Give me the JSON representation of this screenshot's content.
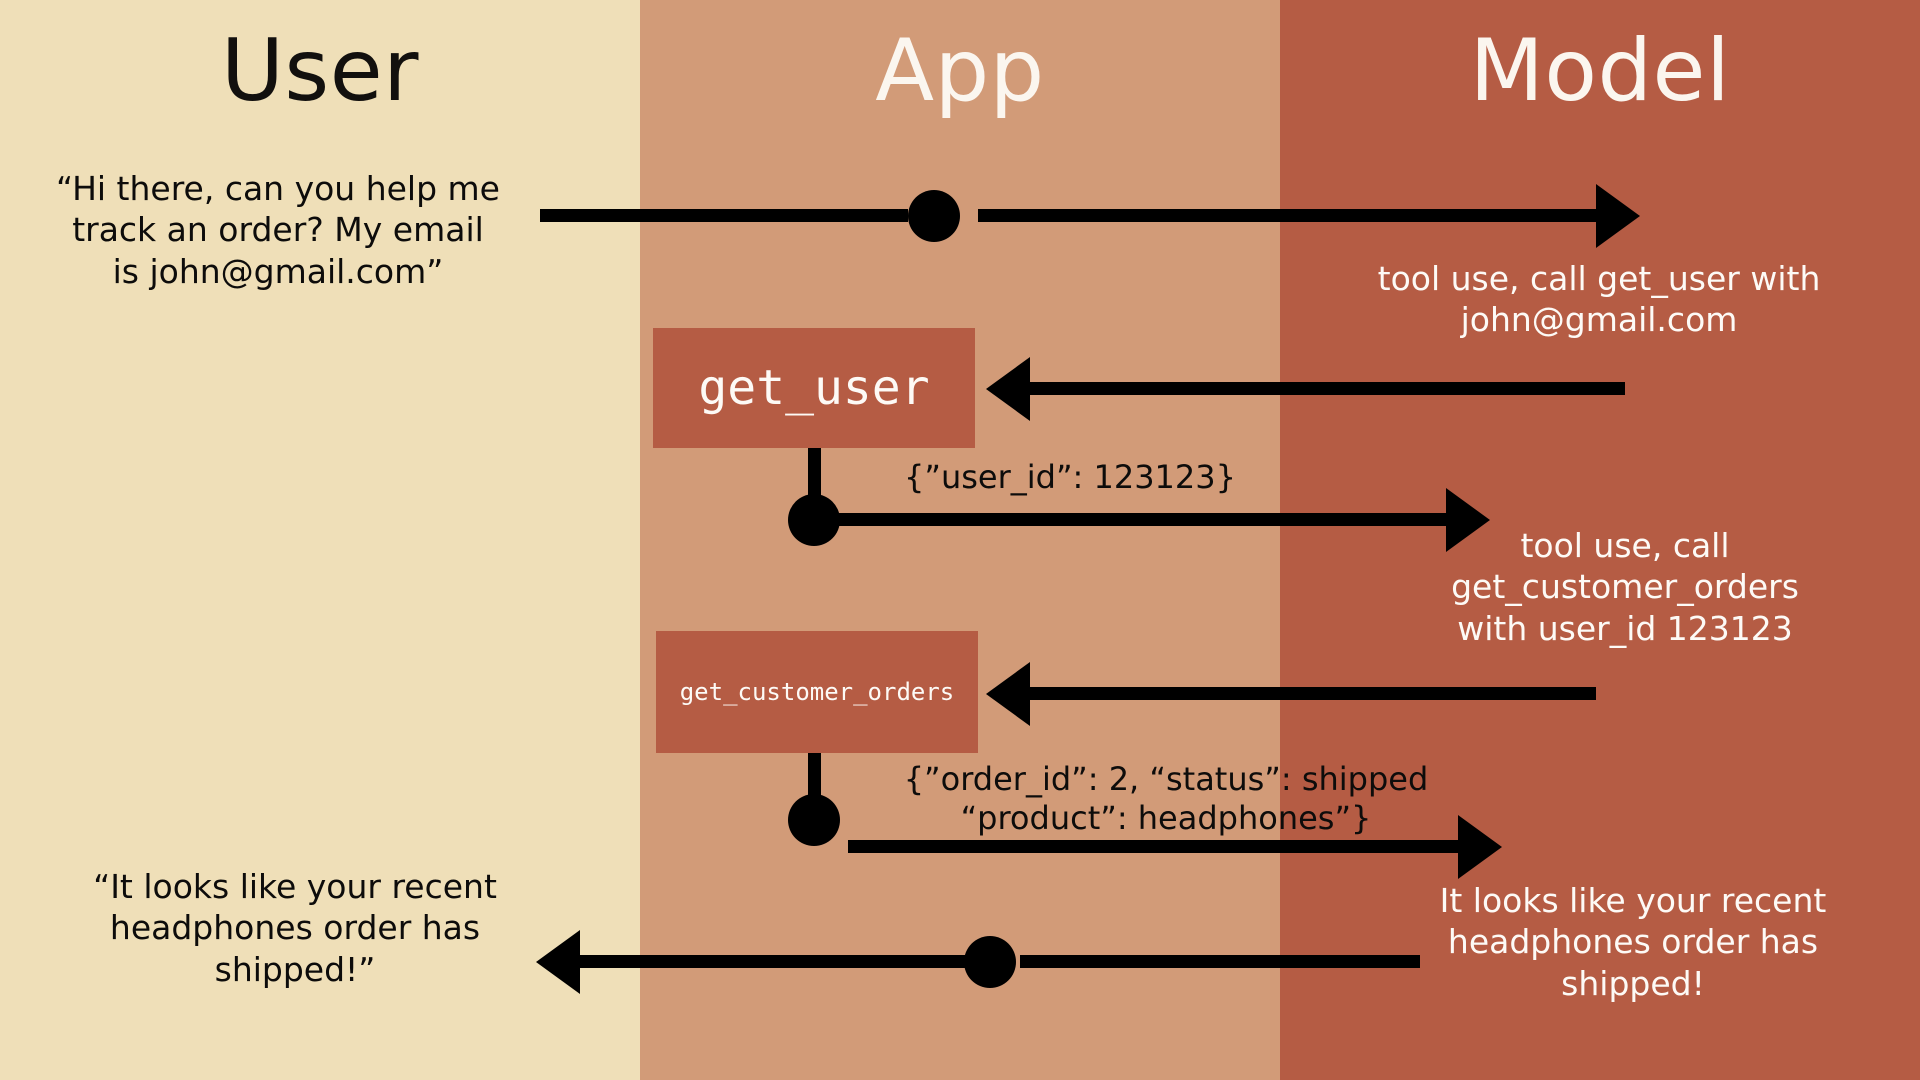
{
  "diagram": {
    "type": "sequence-diagram",
    "title_bar_present": false,
    "lanes": [
      {
        "id": "user",
        "label": "User",
        "bg": "#efdfb8",
        "text_color": "#12100e"
      },
      {
        "id": "app",
        "label": "App",
        "bg": "#d29b78",
        "text_color": "#fbf6ef"
      },
      {
        "id": "model",
        "label": "Model",
        "bg": "#b55c44",
        "text_color": "#fbf6ef"
      }
    ],
    "palette": {
      "user_lane": "#efdfb8",
      "app_lane": "#d29b78",
      "model_lane": "#b55c44",
      "tool_box": "#b55c44",
      "arrow": "#000000",
      "light_text": "#fdfaf6",
      "dark_text": "#0d0c0b"
    }
  },
  "messages": {
    "user_request": "“Hi there, can you help me\ntrack an order? My email\nis john@gmail.com”",
    "user_final": "“It looks like your recent\nheadphones order has\nshipped!”",
    "model_tool_call_1": "tool use, call get_user with\njohn@gmail.com",
    "model_tool_call_2": "tool use, call\nget_customer_orders\nwith user_id 123123",
    "model_final": "It looks like your recent\nheadphones order has\nshipped!"
  },
  "payloads": {
    "user_id_result": "{”user_id”: 123123}",
    "orders_result": "{”order_id”: 2, “status”: shipped\n“product”: headphones”}"
  },
  "tool_boxes": [
    {
      "id": "get_user",
      "label": "get_user"
    },
    {
      "id": "get_customer_orders",
      "label": "get_customer_orders"
    }
  ],
  "flow_steps": [
    {
      "step": 1,
      "from": "user",
      "to": "model",
      "via": "app",
      "kind": "arrow-right"
    },
    {
      "step": 2,
      "from": "model",
      "to": "app",
      "kind": "arrow-left",
      "target": "get_user"
    },
    {
      "step": 3,
      "from": "app",
      "to": "model",
      "kind": "arrow-right",
      "payload": "user_id_result"
    },
    {
      "step": 4,
      "from": "model",
      "to": "app",
      "kind": "arrow-left",
      "target": "get_customer_orders"
    },
    {
      "step": 5,
      "from": "app",
      "to": "model",
      "kind": "arrow-right",
      "payload": "orders_result"
    },
    {
      "step": 6,
      "from": "model",
      "to": "user",
      "via": "app",
      "kind": "arrow-left"
    }
  ]
}
